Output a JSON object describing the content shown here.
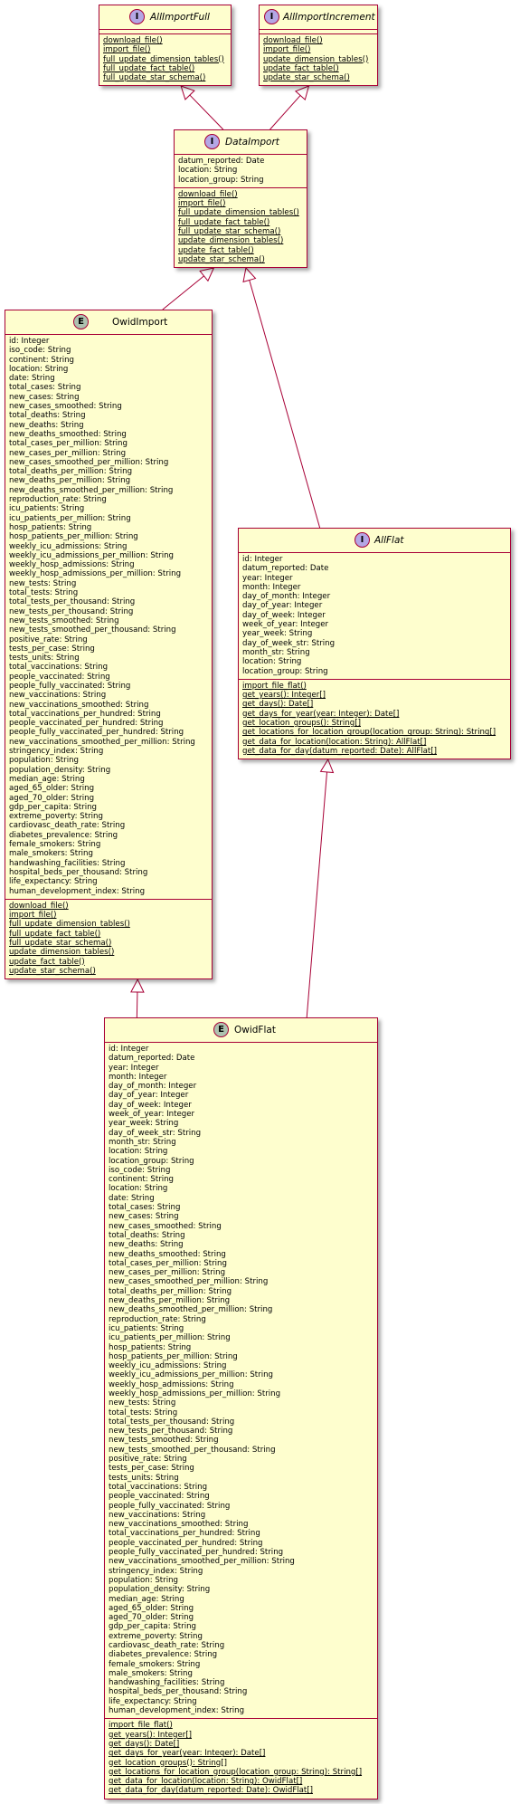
{
  "classes": {
    "all_import_full": {
      "name": "AllImportFull",
      "badge": "I",
      "kind": "interface",
      "attributes": [],
      "methods": [
        "download_file()",
        "import_file()",
        "full_update_dimension_tables()",
        "full_update_fact_table()",
        "full_update_star_schema()"
      ]
    },
    "all_import_increment": {
      "name": "AllImportIncrement",
      "badge": "I",
      "kind": "interface",
      "attributes": [],
      "methods": [
        "download_file()",
        "import_file()",
        "update_dimension_tables()",
        "update_fact_table()",
        "update_star_schema()"
      ]
    },
    "data_import": {
      "name": "DataImport",
      "badge": "I",
      "kind": "interface",
      "attributes": [
        "datum_reported: Date",
        "location: String",
        "location_group: String"
      ],
      "methods": [
        "download_file()",
        "import_file()",
        "full_update_dimension_tables()",
        "full_update_fact_table()",
        "full_update_star_schema()",
        "update_dimension_tables()",
        "update_fact_table()",
        "update_star_schema()"
      ]
    },
    "owid_import": {
      "name": "OwidImport",
      "badge": "E",
      "kind": "entity",
      "attributes": [
        "id: Integer",
        "iso_code:  String",
        "continent:  String",
        "location:  String",
        "date:  String",
        "total_cases:  String",
        "new_cases:  String",
        "new_cases_smoothed:  String",
        "total_deaths:  String",
        "new_deaths:  String",
        "new_deaths_smoothed:  String",
        "total_cases_per_million:  String",
        "new_cases_per_million:  String",
        "new_cases_smoothed_per_million:  String",
        "total_deaths_per_million:  String",
        "new_deaths_per_million:  String",
        "new_deaths_smoothed_per_million:  String",
        "reproduction_rate:  String",
        "icu_patients:  String",
        "icu_patients_per_million:  String",
        "hosp_patients:  String",
        "hosp_patients_per_million:  String",
        "weekly_icu_admissions:  String",
        "weekly_icu_admissions_per_million:  String",
        "weekly_hosp_admissions:  String",
        "weekly_hosp_admissions_per_million:  String",
        "new_tests:  String",
        "total_tests:  String",
        "total_tests_per_thousand:  String",
        "new_tests_per_thousand:  String",
        "new_tests_smoothed:  String",
        "new_tests_smoothed_per_thousand:  String",
        "positive_rate:  String",
        "tests_per_case:  String",
        "tests_units:  String",
        "total_vaccinations:  String",
        "people_vaccinated:  String",
        "people_fully_vaccinated:  String",
        "new_vaccinations:  String",
        "new_vaccinations_smoothed:  String",
        "total_vaccinations_per_hundred:  String",
        "people_vaccinated_per_hundred:  String",
        "people_fully_vaccinated_per_hundred:  String",
        "new_vaccinations_smoothed_per_million:  String",
        "stringency_index:  String",
        "population:  String",
        "population_density:  String",
        "median_age:  String",
        "aged_65_older:  String",
        "aged_70_older:  String",
        "gdp_per_capita:  String",
        "extreme_poverty:  String",
        "cardiovasc_death_rate:  String",
        "diabetes_prevalence:  String",
        "female_smokers:  String",
        "male_smokers:  String",
        "handwashing_facilities:  String",
        "hospital_beds_per_thousand:  String",
        "life_expectancy:  String",
        "human_development_index:  String"
      ],
      "methods": [
        "download_file()",
        "import_file()",
        "full_update_dimension_tables()",
        "full_update_fact_table()",
        "full_update_star_schema()",
        "update_dimension_tables()",
        "update_fact_table()",
        "update_star_schema()"
      ]
    },
    "all_flat": {
      "name": "AllFlat",
      "badge": "I",
      "kind": "interface",
      "attributes": [
        "id: Integer",
        "datum_reported: Date",
        "year: Integer",
        "month: Integer",
        "day_of_month: Integer",
        "day_of_year: Integer",
        "day_of_week: Integer",
        "week_of_year: Integer",
        "year_week:  String",
        "day_of_week_str: String",
        "month_str: String",
        "location: String",
        "location_group: String"
      ],
      "methods": [
        "import_file_flat()",
        "get_years(): Integer[]",
        "get_days(): Date[]",
        "get_days_for_year(year: Integer): Date[]",
        "get_location_groups(): String[]",
        "get_locations_for_location_group(location_group: String): String[]",
        "get_data_for_location(location: String): AllFlat[]",
        "get_data_for_day(datum_reported: Date): AllFlat[]"
      ]
    },
    "owid_flat": {
      "name": "OwidFlat",
      "badge": "E",
      "kind": "entity",
      "attributes": [
        "id: Integer",
        "datum_reported: Date",
        "year: Integer",
        "month: Integer",
        "day_of_month: Integer",
        "day_of_year: Integer",
        "day_of_week: Integer",
        "week_of_year: Integer",
        "year_week:  String",
        "day_of_week_str: String",
        "month_str:  String",
        "location: String",
        "location_group: String",
        "iso_code:  String",
        "continent:  String",
        "location:  String",
        "date:  String",
        "total_cases:  String",
        "new_cases:  String",
        "new_cases_smoothed:  String",
        "total_deaths:  String",
        "new_deaths:  String",
        "new_deaths_smoothed:  String",
        "total_cases_per_million:  String",
        "new_cases_per_million:  String",
        "new_cases_smoothed_per_million:  String",
        "total_deaths_per_million:  String",
        "new_deaths_per_million:  String",
        "new_deaths_smoothed_per_million:  String",
        "reproduction_rate:  String",
        "icu_patients:  String",
        "icu_patients_per_million:  String",
        "hosp_patients:  String",
        "hosp_patients_per_million:  String",
        "weekly_icu_admissions:  String",
        "weekly_icu_admissions_per_million:  String",
        "weekly_hosp_admissions:  String",
        "weekly_hosp_admissions_per_million:  String",
        "new_tests:  String",
        "total_tests:  String",
        "total_tests_per_thousand:  String",
        "new_tests_per_thousand:  String",
        "new_tests_smoothed:  String",
        "new_tests_smoothed_per_thousand:  String",
        "positive_rate:  String",
        "tests_per_case:  String",
        "tests_units:  String",
        "total_vaccinations:  String",
        "people_vaccinated:  String",
        "people_fully_vaccinated:  String",
        "new_vaccinations:  String",
        "new_vaccinations_smoothed:  String",
        "total_vaccinations_per_hundred:  String",
        "people_vaccinated_per_hundred:  String",
        "people_fully_vaccinated_per_hundred:  String",
        "new_vaccinations_smoothed_per_million:  String",
        "stringency_index:  String",
        "population:  String",
        "population_density:  String",
        "median_age:  String",
        "aged_65_older:  String",
        "aged_70_older:  String",
        "gdp_per_capita:  String",
        "extreme_poverty:  String",
        "cardiovasc_death_rate:  String",
        "diabetes_prevalence:  String",
        "female_smokers:  String",
        "male_smokers:  String",
        "handwashing_facilities:  String",
        "hospital_beds_per_thousand:  String",
        "life_expectancy:  String",
        "human_development_index:  String"
      ],
      "methods": [
        "import_file_flat()",
        "get_years(): Integer[]",
        "get_days(): Date[]",
        "get_days_for_year(year: Integer): Date[]",
        "get_location_groups(): String[]",
        "get_locations_for_location_group(location_group: String): String[]",
        "get_data_for_location(location: String): OwidFlat[]",
        "get_data_for_day(datum_reported: Date): OwidFlat[]"
      ]
    }
  },
  "relations": [
    {
      "from": "DataImport",
      "to": "AllImportFull",
      "type": "generalization"
    },
    {
      "from": "DataImport",
      "to": "AllImportIncrement",
      "type": "generalization"
    },
    {
      "from": "OwidImport",
      "to": "DataImport",
      "type": "generalization"
    },
    {
      "from": "AllFlat",
      "to": "DataImport",
      "type": "generalization"
    },
    {
      "from": "OwidFlat",
      "to": "OwidImport",
      "type": "generalization"
    },
    {
      "from": "OwidFlat",
      "to": "AllFlat",
      "type": "generalization"
    }
  ],
  "colors": {
    "box_fill": "#fefece",
    "border": "#a80036",
    "interface_badge": "#b4a7e5",
    "entity_badge": "#adc2b0"
  }
}
